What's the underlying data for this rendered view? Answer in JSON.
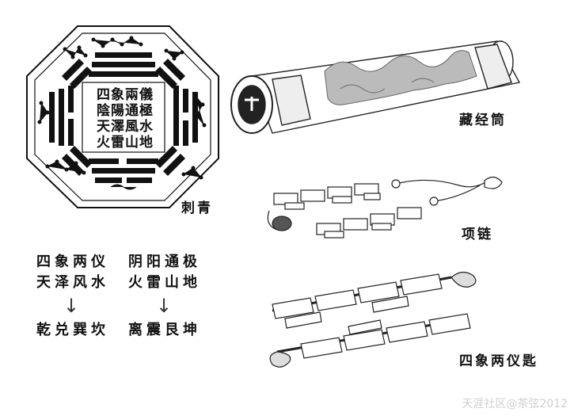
{
  "labels": {
    "tattoo": "刺青",
    "scroll_tube": "藏经筒",
    "necklace": "项链",
    "key": "四象两仪匙"
  },
  "center_text": [
    "四象兩儀",
    "陰陽通極",
    "天澤風水",
    "火雷山地"
  ],
  "mapping": {
    "left": {
      "line1": "四象两仪",
      "line2": "天泽风水",
      "result": "乾兑巽坎"
    },
    "right": {
      "line1": "阴阳通极",
      "line2": "火雷山地",
      "result": "离震艮坤"
    },
    "arrow_glyph": "↓"
  },
  "watermark": "天涯社区@茶弦2012"
}
